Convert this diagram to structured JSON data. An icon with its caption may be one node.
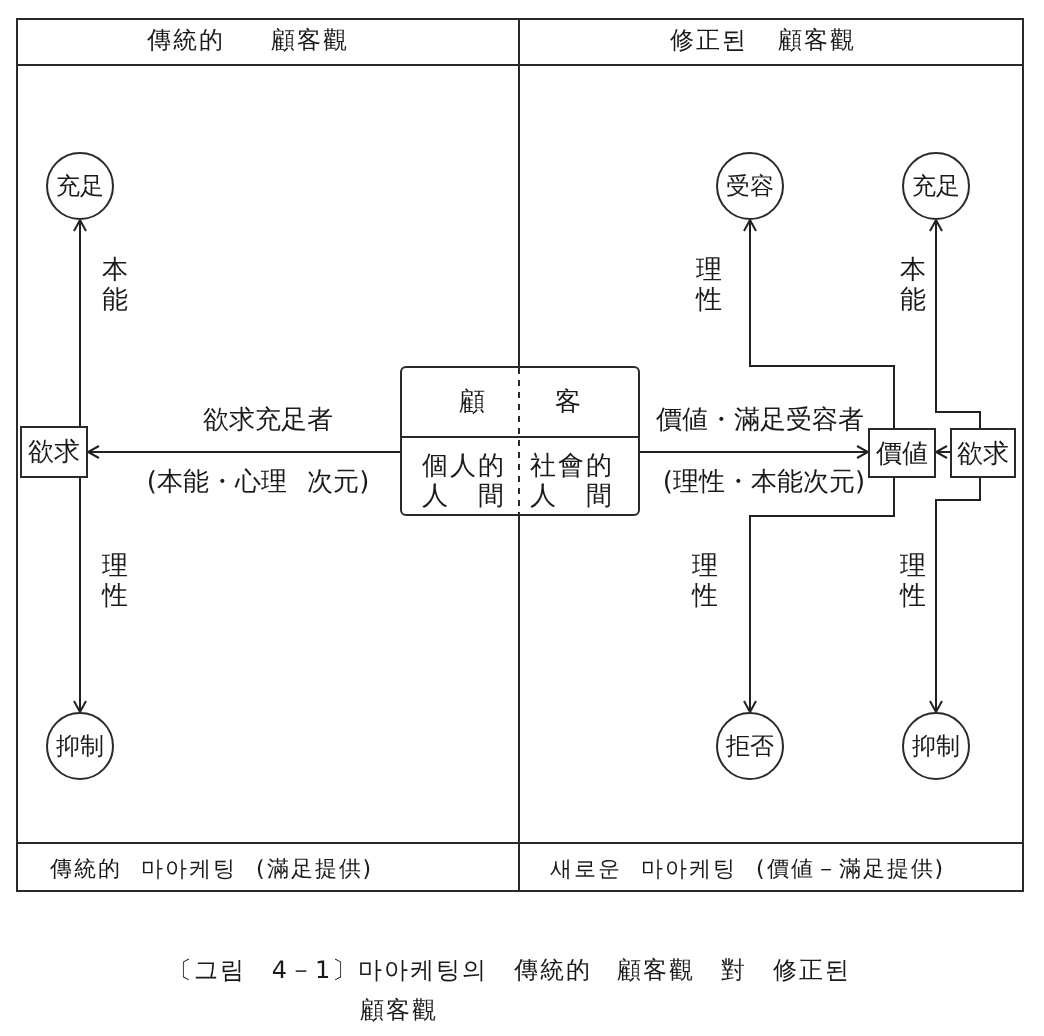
{
  "diagram": {
    "caption": "〔그림 4－1〕마아케팅의 傳統的 顧客觀 對 修正된 顧客觀",
    "nodes": [
      {
        "text": [
          "傳統的 顧客觀",
          "傳統的 마아케팅 (滿足提供)"
        ]
      },
      {
        "text": [
          "修正된 顧客觀",
          "새로운 마아케팅 (價値－滿足提供)"
        ]
      },
      {
        "text": [
          "充足"
        ],
        "in": 0
      },
      {
        "text": [
          "受容"
        ],
        "in": 1
      },
      {
        "text": [
          "充足"
        ],
        "in": 1
      },
      {
        "text": [
          "顧",
          "客",
          "個人的人間",
          "社會的人間"
        ]
      },
      {
        "text": [
          "欲求"
        ],
        "in": 0
      },
      {
        "text": [
          "價値"
        ],
        "in": 1
      },
      {
        "text": [
          "欲求"
        ],
        "in": 1
      },
      {
        "text": [
          "抑制"
        ],
        "in": 0
      },
      {
        "text": [
          "拒否"
        ],
        "in": 1
      },
      {
        "text": [
          "抑制"
        ],
        "in": 1
      }
    ],
    "edges": [
      {
        "from": 5,
        "to": 6,
        "arrow": "to",
        "label": "欲求充足者"
      },
      {
        "from": 6,
        "to": 2,
        "arrow": "to",
        "label": "本能"
      },
      {
        "from": 6,
        "to": 9,
        "arrow": "to",
        "label": "理性"
      },
      {
        "from": 5,
        "to": 7,
        "arrow": "to",
        "label": "價値・滿足受容者"
      },
      {
        "from": 8,
        "to": 7,
        "arrow": "to"
      },
      {
        "from": 7,
        "to": 3,
        "arrow": "to",
        "label": "理性"
      },
      {
        "from": 7,
        "to": 10,
        "arrow": "to",
        "label": "理性"
      },
      {
        "from": 8,
        "to": 4,
        "arrow": "to",
        "label": "本能"
      },
      {
        "from": 8,
        "to": 11,
        "arrow": "to",
        "label": "理性"
      }
    ],
    "labels": [
      "(本能・心理 次元)",
      "(理性・本能次元)"
    ]
  }
}
